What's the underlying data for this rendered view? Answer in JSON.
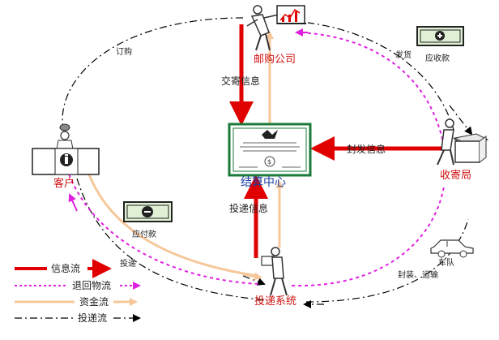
{
  "nodes": {
    "post_office": "邮购公司",
    "clearing_center": "结算中心",
    "customer": "客户",
    "collection_office": "收寄局",
    "delivery_system": "投递系统"
  },
  "edge_labels": {
    "order": "订购",
    "ship": "发货",
    "receivable": "应收款",
    "payable": "应付款",
    "deliver": "投递",
    "convoy": "车队",
    "pack_transport": "封装、运输",
    "mail_info": "交寄信息",
    "seal_info": "封发信息",
    "delivery_info": "投递信息"
  },
  "legend": [
    {
      "label": "信息流",
      "color": "#e00000",
      "style": "solid"
    },
    {
      "label": "退回物流",
      "color": "#e020e0",
      "style": "dotted"
    },
    {
      "label": "资金流",
      "color": "#f5c79a",
      "style": "solid"
    },
    {
      "label": "投递流",
      "color": "#000000",
      "style": "dashdot"
    }
  ],
  "colors": {
    "info": "#e00000",
    "return": "#e020e0",
    "money": "#f5c79a",
    "delivery": "#000000",
    "certificate_border": "#1a7a3a",
    "node_label": "#d01010"
  },
  "icons": {
    "clearing_center": "certificate-icon",
    "post_office": "worker-chart-icon",
    "customer": "customer-desk-icon",
    "collection_office": "worker-box-icon",
    "delivery_system": "courier-icon",
    "convoy": "car-icon",
    "receivable": "banknote-plus-icon",
    "payable": "banknote-minus-icon"
  }
}
